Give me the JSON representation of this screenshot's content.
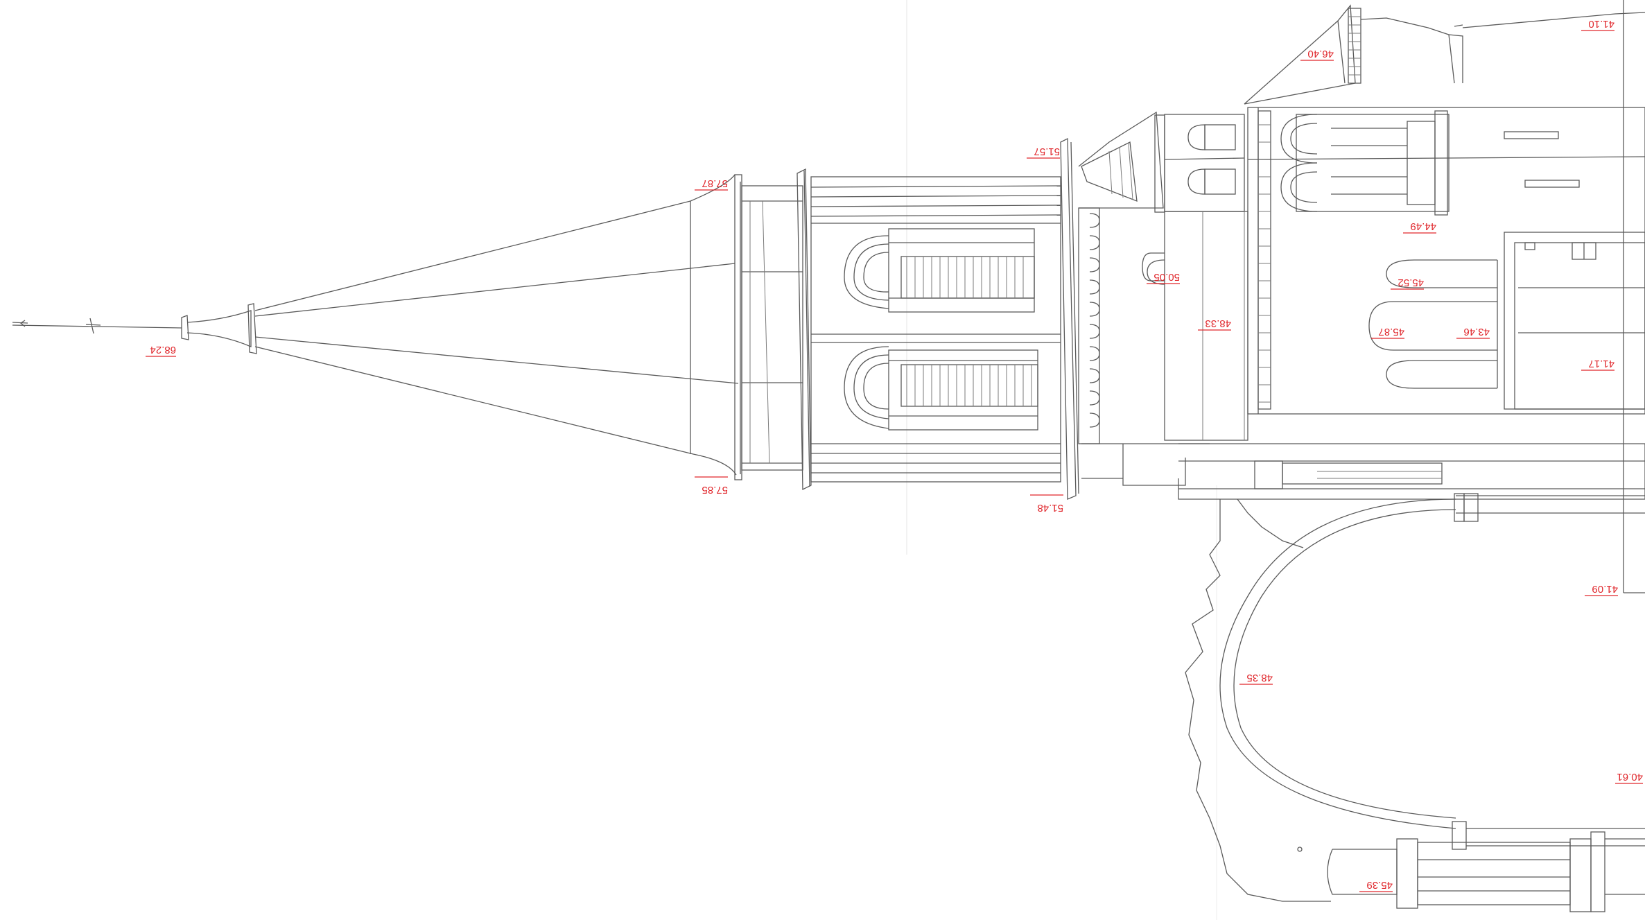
{
  "drawing": {
    "orientation": "rotated-180",
    "elevation_markers": [
      {
        "id": "spire-tip",
        "label": "68.24"
      },
      {
        "id": "spire-base-top",
        "label": "57.87"
      },
      {
        "id": "spire-base-bottom",
        "label": "57.85"
      },
      {
        "id": "belfry-top",
        "label": "51.57"
      },
      {
        "id": "belfry-bottom",
        "label": "51.48"
      },
      {
        "id": "tower-upper-right",
        "label": "46.40"
      },
      {
        "id": "roof-ridge-right",
        "label": "41.10"
      },
      {
        "id": "window-arch-a",
        "label": "44.49"
      },
      {
        "id": "window-arch-b",
        "label": "45.52"
      },
      {
        "id": "window-arch-c",
        "label": "45.87"
      },
      {
        "id": "window-arch-d",
        "label": "43.46"
      },
      {
        "id": "niche-left",
        "label": "50.05"
      },
      {
        "id": "niche-lower",
        "label": "48.33"
      },
      {
        "id": "wall-right",
        "label": "41.17"
      },
      {
        "id": "wall-right-lower",
        "label": "41.09"
      },
      {
        "id": "apse-arch",
        "label": "48.35"
      },
      {
        "id": "edge-right",
        "label": "40.61"
      },
      {
        "id": "base-moulding",
        "label": "45.39"
      }
    ]
  }
}
